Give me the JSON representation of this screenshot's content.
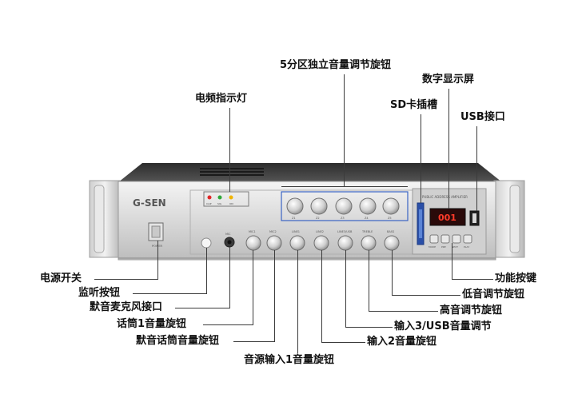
{
  "device": {
    "brand": "G-SEN",
    "power_label": "POWER",
    "panel_title": "PUBLIC ADDRESS AMPLIFIER",
    "display_value": "001",
    "led_labels": [
      "CLIP",
      "SIG",
      "ON"
    ],
    "led_colors": [
      "#e02828",
      "#2fa83a",
      "#f0b400"
    ],
    "zone_knob_labels": [
      "Z1",
      "Z2",
      "Z3",
      "Z4",
      "Z5"
    ],
    "input_knob_labels": [
      "MIC1",
      "MIC2",
      "LINE1",
      "LINE2",
      "LINE3/USB",
      "TREBLE",
      "BASS"
    ],
    "function_button_labels": [
      "MODE",
      "PRE",
      "NEXT",
      "PLAY"
    ],
    "mic_jack_label": "MIC"
  },
  "callouts": {
    "zone_volume_knobs": "5分区独立音量调节旋钮",
    "digital_display": "数字显示屏",
    "level_indicator": "电频指示灯",
    "sd_slot": "SD卡插槽",
    "usb_port": "USB接口",
    "power_switch": "电源开关",
    "monitor_button": "监听按钮",
    "mic_jack": "默音麦克风接口",
    "mic1_volume": "话筒1音量旋钮",
    "mic_mute_volume": "默音话筒音量旋钮",
    "line1_volume": "音源输入1音量旋钮",
    "line2_volume": "输入2音量旋钮",
    "line3_usb_volume": "输入3/USB音量调节",
    "treble_knob": "高音调节旋钮",
    "bass_knob": "低音调节旋钮",
    "function_buttons": "功能按键"
  }
}
